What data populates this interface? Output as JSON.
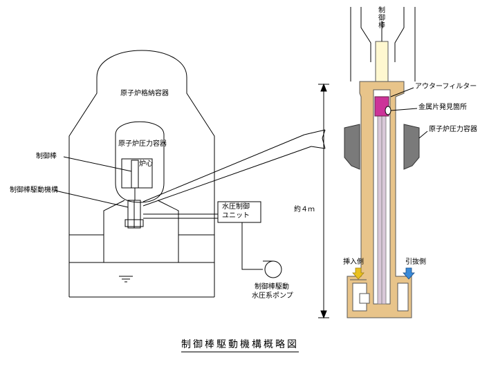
{
  "caption": "制御棒駆動機構概略図",
  "left": {
    "containment_vessel": "原子炉格納容器",
    "pressure_vessel": "原子炉圧力容器",
    "core": "炉心",
    "control_rod": "制御棒",
    "crd_mechanism": "制御棒駆動機構",
    "hydraulic_unit_line1": "水圧制御",
    "hydraulic_unit_line2": "ユニット",
    "pump_line1": "制御棒駆動",
    "pump_line2": "水圧系ポンプ"
  },
  "right": {
    "control_rod_top": "制御棒",
    "outer_filter": "アウターフィルター",
    "debris_location": "金属片発見箇所",
    "pressure_vessel": "原子炉圧力容器",
    "approx_length": "約４ｍ",
    "insert_side": "挿入側",
    "withdraw_side": "引抜側"
  },
  "colors": {
    "housing": "#e8c48a",
    "housing_outline": "#555555",
    "vessel_flange": "#7a7a7a",
    "tube": "#ffffff",
    "inner_rod": "#c8b8c8",
    "filter_magenta": "#cc3399",
    "arrow_yellow": "#e8c020",
    "arrow_blue": "#3a8ad8"
  }
}
